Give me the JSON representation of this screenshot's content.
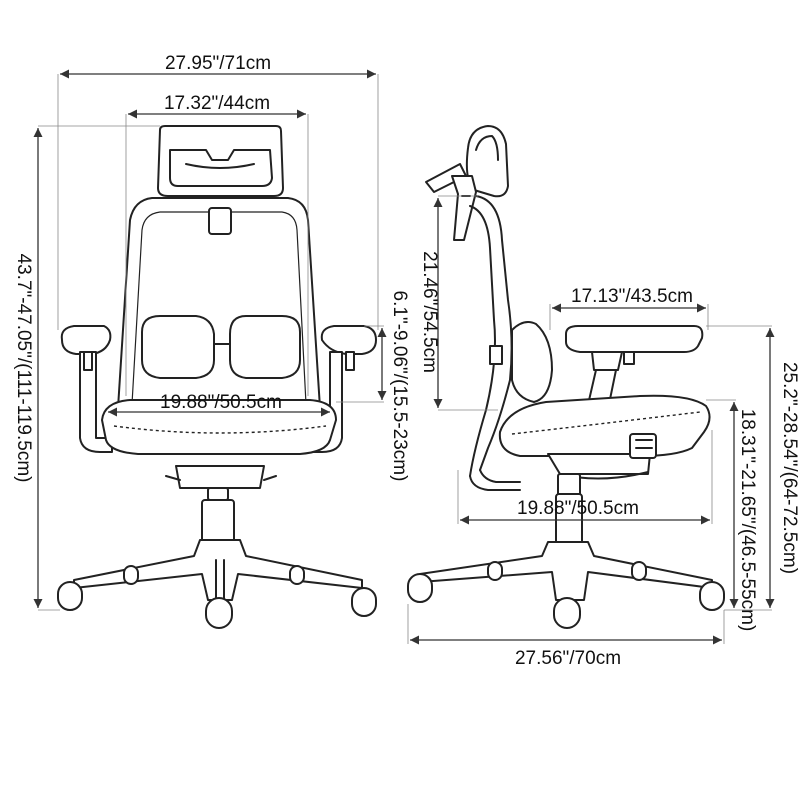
{
  "front_view": {
    "overall_width": "27.95\"/71cm",
    "headrest_width": "17.32\"/44cm",
    "overall_height": "43.7\"-47.05\"/(111-119.5cm)",
    "armrest_height": "6.1\"-9.06\"/(15.5-23cm)",
    "seat_width": "19.88\"/50.5cm"
  },
  "side_view": {
    "backrest_height": "21.46\"/54.5cm",
    "armrest_length": "17.13\"/43.5cm",
    "seat_depth": "19.88\"/50.5cm",
    "base_depth": "27.56\"/70cm",
    "arm_to_floor_height": "25.2\"-28.54\"/(64-72.5cm)",
    "seat_height": "18.31\"-21.65\"/(46.5-55cm)"
  },
  "colors": {
    "outline": "#222222",
    "dimension_line": "#333333",
    "background": "#ffffff"
  }
}
